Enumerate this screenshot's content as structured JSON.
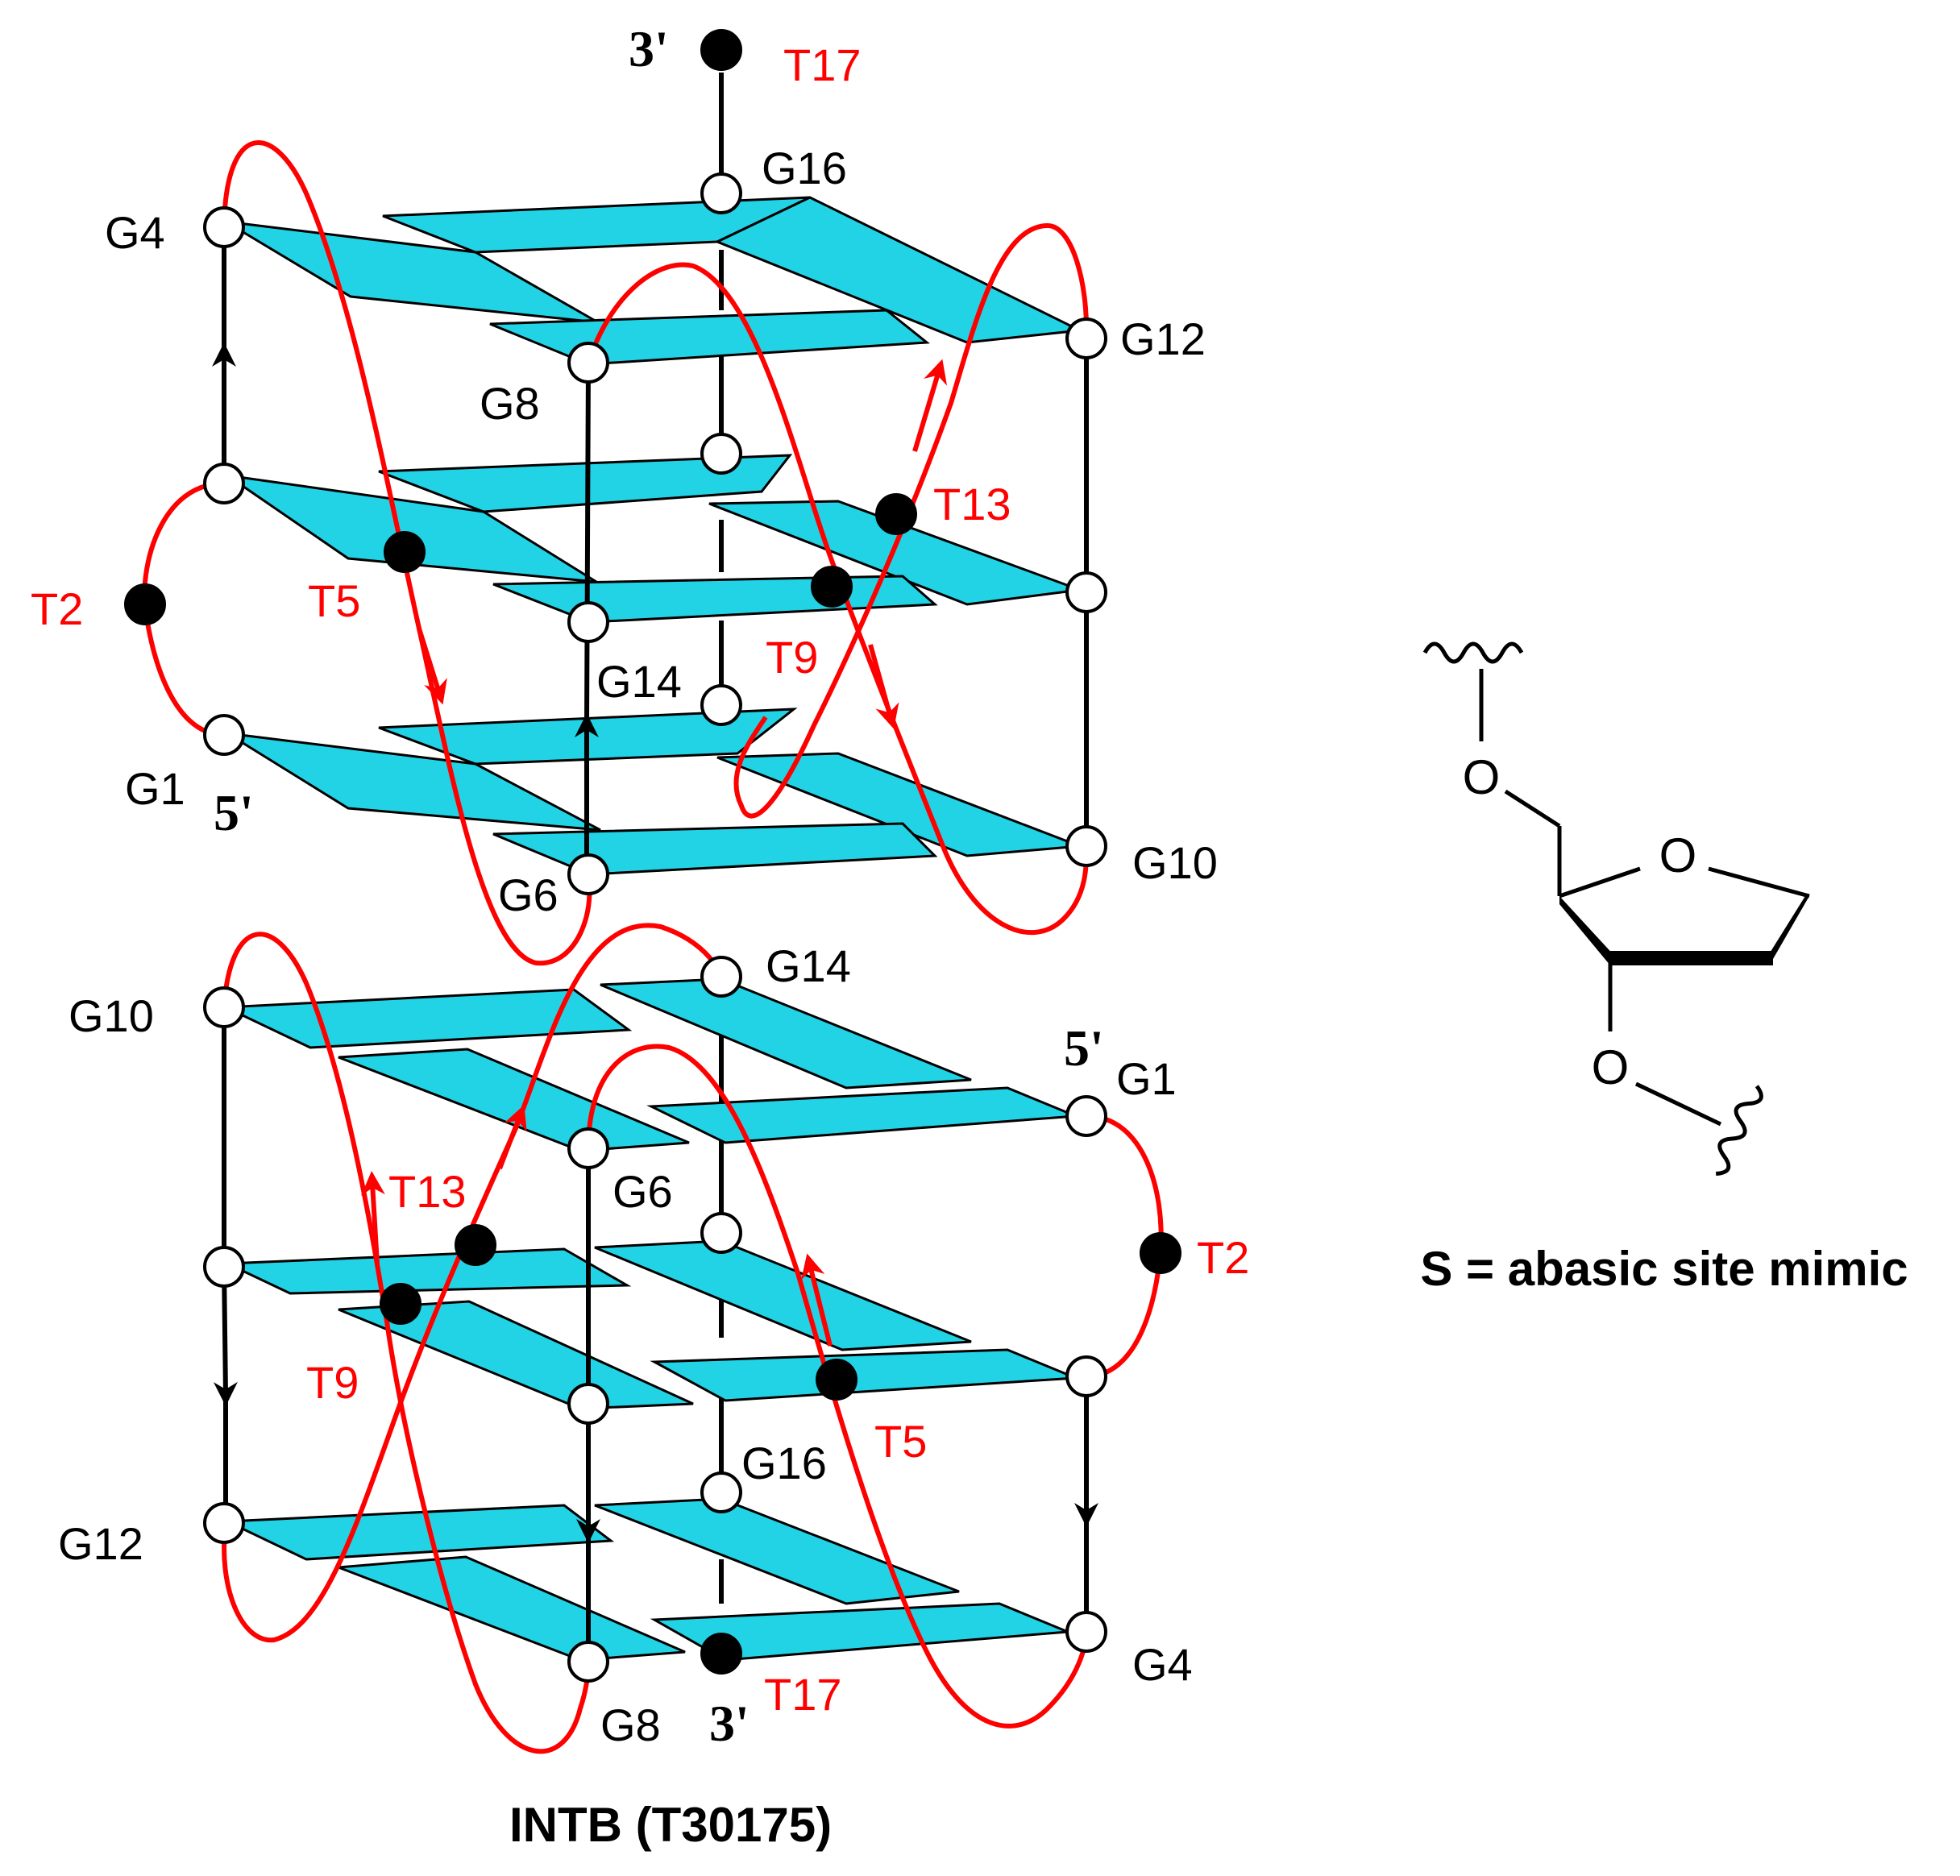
{
  "top_quadruplex": {
    "labels": {
      "three_prime": "3'",
      "five_prime": "5'",
      "G1": "G1",
      "G4": "G4",
      "G6": "G6",
      "G8": "G8",
      "G10": "G10",
      "G12": "G12",
      "G14": "G14",
      "G16": "G16",
      "T2": "T2",
      "T5": "T5",
      "T9": "T9",
      "T13": "T13",
      "T17": "T17"
    }
  },
  "bottom_quadruplex": {
    "labels": {
      "three_prime": "3'",
      "five_prime": "5'",
      "G1": "G1",
      "G4": "G4",
      "G6": "G6",
      "G8": "G8",
      "G10": "G10",
      "G12": "G12",
      "G14": "G14",
      "G16": "G16",
      "T2": "T2",
      "T5": "T5",
      "T9": "T9",
      "T13": "T13",
      "T17": "T17"
    }
  },
  "caption": "INTB (T30175)",
  "legend": {
    "ring_oxygen": "O",
    "five_prime_oxygen": "O",
    "three_prime_oxygen": "O",
    "label": "S = abasic site mimic"
  },
  "colors": {
    "plate": "#22d3e6",
    "loop": "#ff0000",
    "strand": "#000000"
  }
}
